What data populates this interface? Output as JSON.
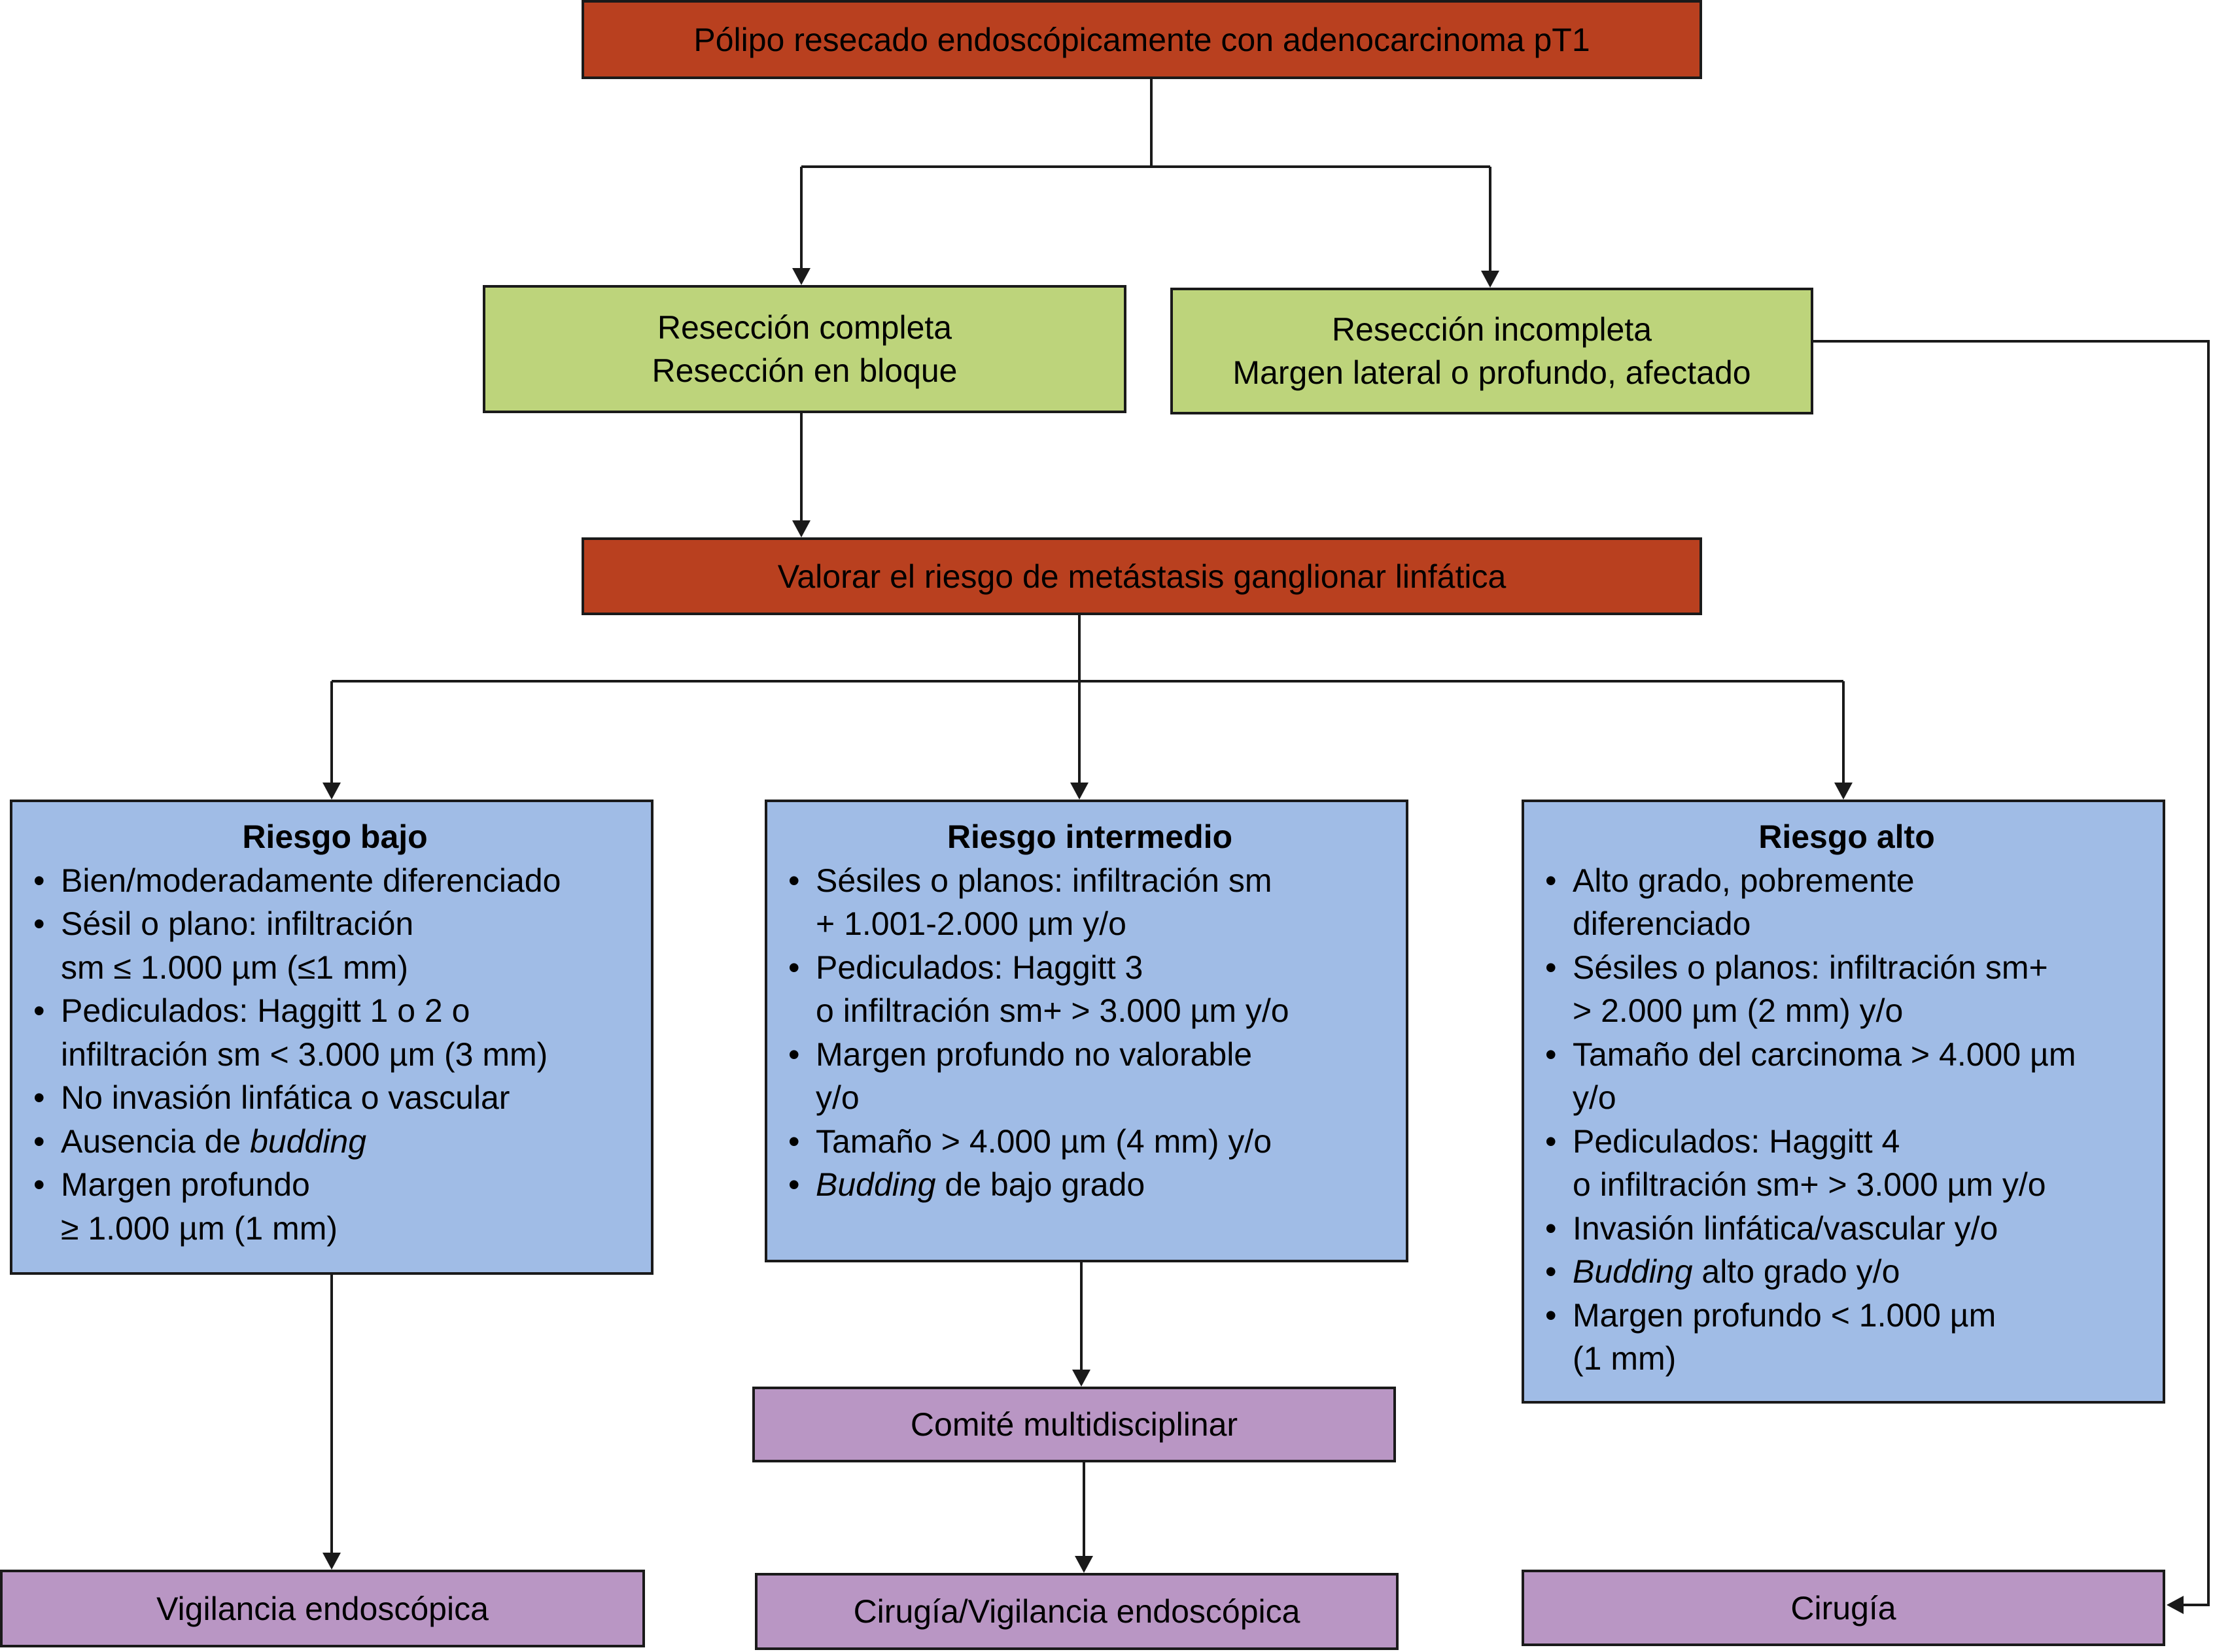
{
  "colors": {
    "start": "#b9401f",
    "resection": "#bdd47b",
    "risk": "#a0bce6",
    "outcome": "#b996c4",
    "line": "#1a1a1a"
  },
  "nodes": {
    "start": "Pólipo resecado endoscópicamente con adenocarcinoma pT1",
    "complete": {
      "line1": "Resección completa",
      "line2": "Resección en bloque"
    },
    "incomplete": {
      "line1": "Resección incompleta",
      "line2": "Margen lateral o profundo, afectado"
    },
    "assess": "Valorar el riesgo de metástasis ganglionar linfática",
    "low": {
      "title": "Riesgo bajo",
      "items": [
        {
          "text": "Bien/moderadamente diferenciado"
        },
        {
          "text": "Sésil o plano: infiltración",
          "cont": "sm ≤ 1.000 µm (≤1 mm)"
        },
        {
          "text": "Pediculados: Haggitt 1 o 2 o",
          "cont": "infiltración sm < 3.000 µm (3 mm)"
        },
        {
          "text": "No invasión linfática o vascular"
        },
        {
          "text": "Ausencia de ",
          "em": "budding"
        },
        {
          "text": "Margen profundo",
          "cont": "≥ 1.000 µm (1 mm)"
        }
      ]
    },
    "mid": {
      "title": "Riesgo intermedio",
      "items": [
        {
          "text": "Sésiles o planos: infiltración sm",
          "cont": "+ 1.001-2.000 µm y/o"
        },
        {
          "text": "Pediculados: Haggitt 3",
          "cont": "o infiltración sm+ > 3.000 µm y/o"
        },
        {
          "text": "Margen profundo no valorable",
          "cont": "y/o"
        },
        {
          "text": "Tamaño > 4.000 µm (4 mm) y/o"
        },
        {
          "em": "Budding",
          "text": " de bajo grado"
        }
      ]
    },
    "high": {
      "title": "Riesgo alto",
      "items": [
        {
          "text": "Alto grado, pobremente",
          "cont": "diferenciado"
        },
        {
          "text": "Sésiles o planos: infiltración sm+",
          "cont": "> 2.000 µm (2 mm) y/o"
        },
        {
          "text": "Tamaño del carcinoma > 4.000 µm",
          "cont": "y/o"
        },
        {
          "text": "Pediculados: Haggitt 4",
          "cont": "o infiltración sm+ > 3.000 µm y/o"
        },
        {
          "text": "Invasión linfática/vascular y/o"
        },
        {
          "em": "Budding",
          "text": " alto grado y/o"
        },
        {
          "text": "Margen profundo < 1.000 µm",
          "cont": "(1 mm)"
        }
      ]
    },
    "committee": "Comité multidisciplinar",
    "surveillance": "Vigilancia endoscópica",
    "surgery_or_surveillance": "Cirugía/Vigilancia endoscópica",
    "surgery": "Cirugía"
  }
}
